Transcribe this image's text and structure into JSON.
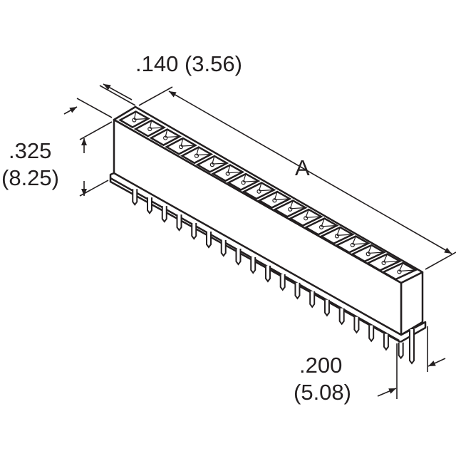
{
  "drawing": {
    "subject": "connector-header",
    "pin_count": 19,
    "cell_count": 18,
    "line_color": "#231f20"
  },
  "dimensions": {
    "width": {
      "inch": ".140",
      "mm": "(3.56)"
    },
    "length": {
      "label": "A"
    },
    "height": {
      "inch": ".325",
      "mm": "(8.25)"
    },
    "pin_offset": {
      "inch": ".200",
      "mm": "(5.08)"
    }
  }
}
